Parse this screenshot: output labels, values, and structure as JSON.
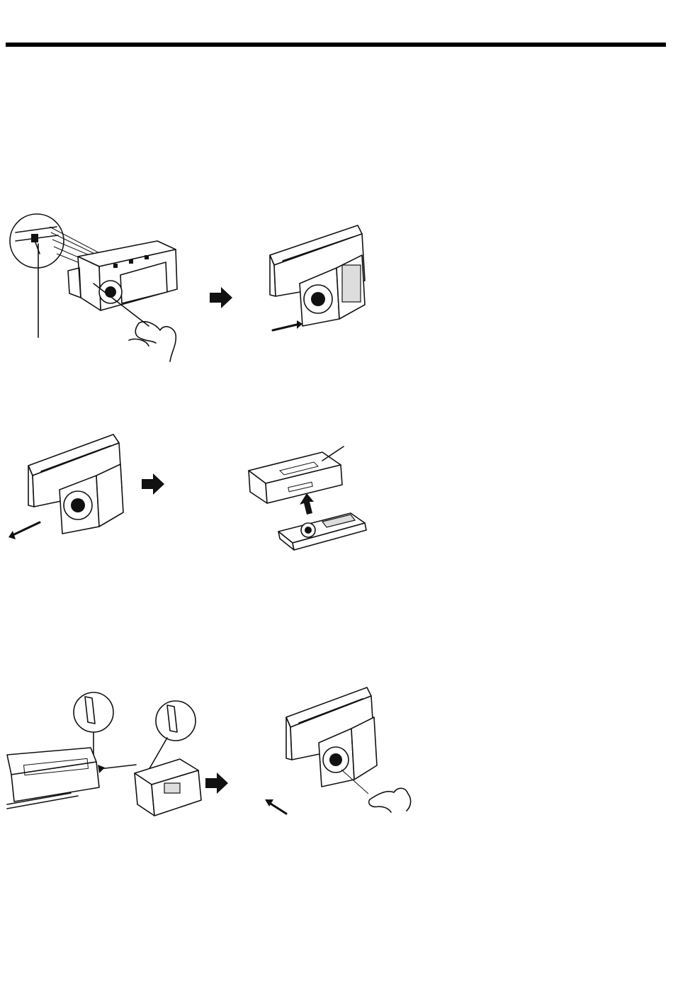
{
  "page": {
    "background": "#ffffff",
    "rule_color": "#000000"
  },
  "figures": [
    {
      "id": "release-button",
      "icon": "release-button-icon"
    },
    {
      "id": "panel-flipped",
      "icon": "panel-open-icon"
    },
    {
      "id": "panel-removal",
      "icon": "panel-remove-icon"
    },
    {
      "id": "storage-case",
      "icon": "case-icon"
    },
    {
      "id": "panel-attach",
      "icon": "panel-attach-icon"
    },
    {
      "id": "panel-press-close",
      "icon": "panel-close-icon"
    }
  ]
}
